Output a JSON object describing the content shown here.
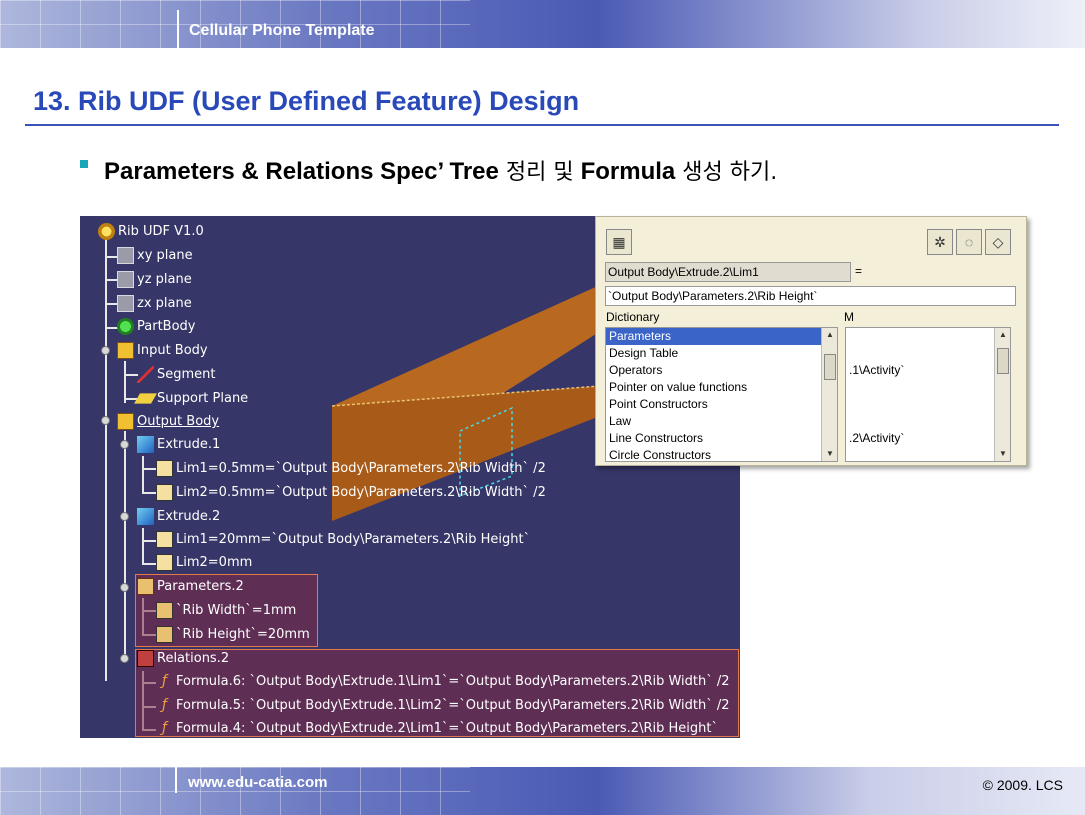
{
  "header": {
    "title": "Cellular Phone Template"
  },
  "page_title": "13. Rib UDF (User Defined Feature) Design",
  "subtitle": {
    "part1": "Parameters & Relations Spec’ Tree",
    "part2": " 정리 및 ",
    "part3": "Formula",
    "part4": " 생성 하기."
  },
  "tree": {
    "root": "Rib UDF V1.0",
    "xy": "xy plane",
    "yz": "yz plane",
    "zx": "zx plane",
    "partbody": "PartBody",
    "input_body": "Input Body",
    "segment": "Segment",
    "support_plane": "Support Plane",
    "output_body": "Output Body",
    "extrude1": "Extrude.1",
    "e1_lim1": "Lim1=0.5mm=`Output Body\\Parameters.2\\Rib Width` /2",
    "e1_lim2": "Lim2=0.5mm=`Output Body\\Parameters.2\\Rib Width` /2",
    "extrude2": "Extrude.2",
    "e2_lim1": "Lim1=20mm=`Output Body\\Parameters.2\\Rib Height`",
    "e2_lim2": "Lim2=0mm",
    "parameters": "Parameters.2",
    "rib_width": "`Rib Width`=1mm",
    "rib_height": "`Rib Height`=20mm",
    "relations": "Relations.2",
    "formula6": "Formula.6: `Output Body\\Extrude.1\\Lim1`=`Output Body\\Parameters.2\\Rib Width` /2",
    "formula5": "Formula.5: `Output Body\\Extrude.1\\Lim2`=`Output Body\\Parameters.2\\Rib Width` /2",
    "formula4": "Formula.4: `Output Body\\Extrude.2\\Lim1`=`Output Body\\Parameters.2\\Rib Height`"
  },
  "dialog": {
    "target_field": "Output Body\\Extrude.2\\Lim1",
    "equals": "=",
    "formula_field": "`Output Body\\Parameters.2\\Rib Height`",
    "dictionary_label": "Dictionary",
    "members_label": "M",
    "dictionary_items": [
      "Parameters",
      "Design Table",
      "Operators",
      "Pointer on value functions",
      "Point Constructors",
      "Law",
      "Line Constructors",
      "Circle Constructors"
    ],
    "member_items": [
      "",
      "",
      ".1\\Activity`",
      "",
      "",
      "",
      ".2\\Activity`",
      ""
    ],
    "icons": [
      "formula-toolbar-icon",
      "find-icon",
      "comment-icon",
      "eraser-icon"
    ]
  },
  "footer": {
    "site": "www.edu-catia.com",
    "copyright": "© 2009. LCS"
  },
  "colors": {
    "title_blue": "#2a49b8",
    "panel_bg": "#363668",
    "highlight": "#e07a4a",
    "selected": "#3a64c8"
  }
}
